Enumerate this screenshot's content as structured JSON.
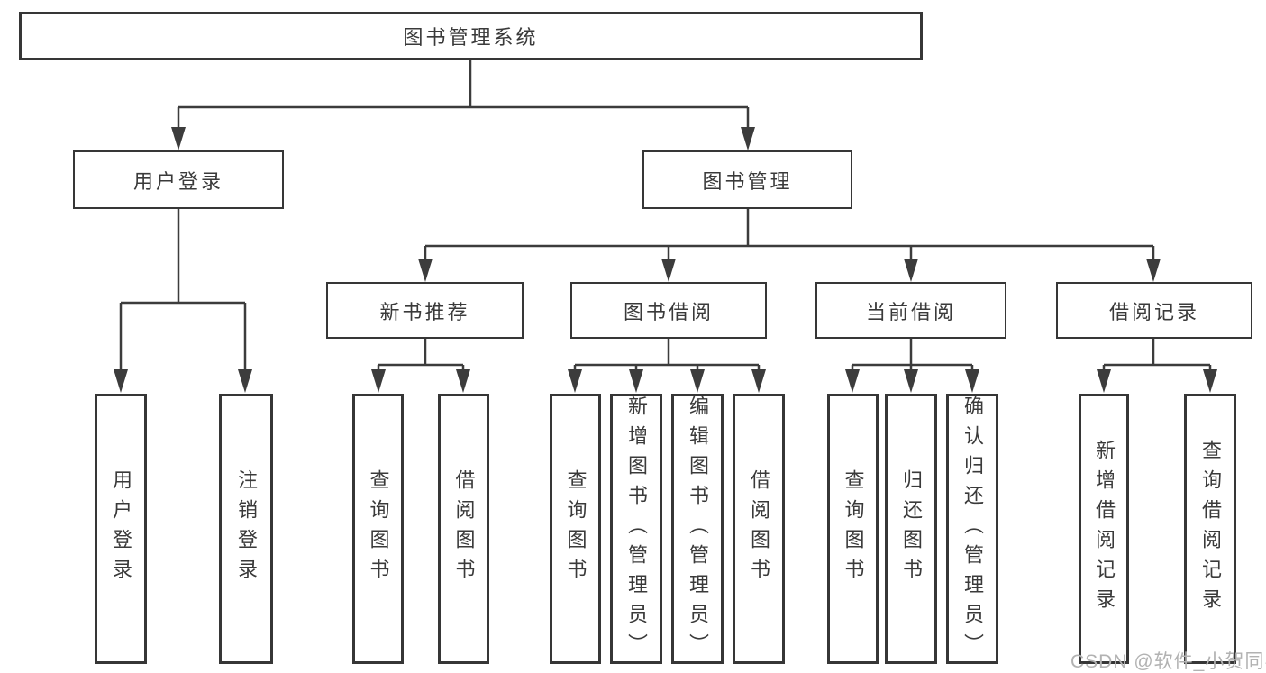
{
  "tree": {
    "root": {
      "label": "图书管理系统"
    },
    "children": [
      {
        "label": "用户登录",
        "children": [
          {
            "label": "用户登录"
          },
          {
            "label": "注销登录"
          }
        ]
      },
      {
        "label": "图书管理",
        "children": [
          {
            "label": "新书推荐",
            "children": [
              {
                "label": "查询图书"
              },
              {
                "label": "借阅图书"
              }
            ]
          },
          {
            "label": "图书借阅",
            "children": [
              {
                "label": "查询图书"
              },
              {
                "label": "新增图书（管理员）"
              },
              {
                "label": "编辑图书（管理员）"
              },
              {
                "label": "借阅图书"
              }
            ]
          },
          {
            "label": "当前借阅",
            "children": [
              {
                "label": "查询图书"
              },
              {
                "label": "归还图书"
              },
              {
                "label": "确认归还（管理员）"
              }
            ]
          },
          {
            "label": "借阅记录",
            "children": [
              {
                "label": "新增借阅记录"
              },
              {
                "label": "查询借阅记录"
              }
            ]
          }
        ]
      }
    ]
  },
  "watermark": {
    "text": "CSDN @软件_小贺同学"
  },
  "colors": {
    "line": "#3C3C3C",
    "border": "#363636",
    "text": "#3A3A3A",
    "watermark": "#B2B2B2",
    "background": "#FFFFFF"
  }
}
